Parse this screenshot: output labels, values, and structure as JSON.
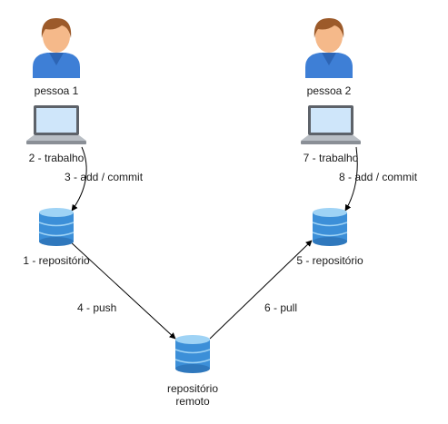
{
  "diagram": {
    "people": [
      {
        "label": "pessoa 1"
      },
      {
        "label": "pessoa 2"
      }
    ],
    "laptops": [
      {
        "label": "2 - trabalho"
      },
      {
        "label": "7 - trabalho"
      }
    ],
    "databases": [
      {
        "label": "1 - repositório"
      },
      {
        "label": "5 - repositório"
      },
      {
        "label_line1": "repositório",
        "label_line2": "remoto"
      }
    ],
    "edges": [
      {
        "label": "3 - add / commit"
      },
      {
        "label": "8 - add / commit"
      },
      {
        "label": "4 - push"
      },
      {
        "label": "6 - pull"
      }
    ],
    "colors": {
      "skin": "#f5b98a",
      "hair": "#9c5a2a",
      "shirt": "#3e7fd6",
      "db_top": "#9fd3f5",
      "db_body": "#3c8fd8",
      "laptop_screen": "#cfe6fa",
      "laptop_body": "#8a8f96"
    }
  }
}
